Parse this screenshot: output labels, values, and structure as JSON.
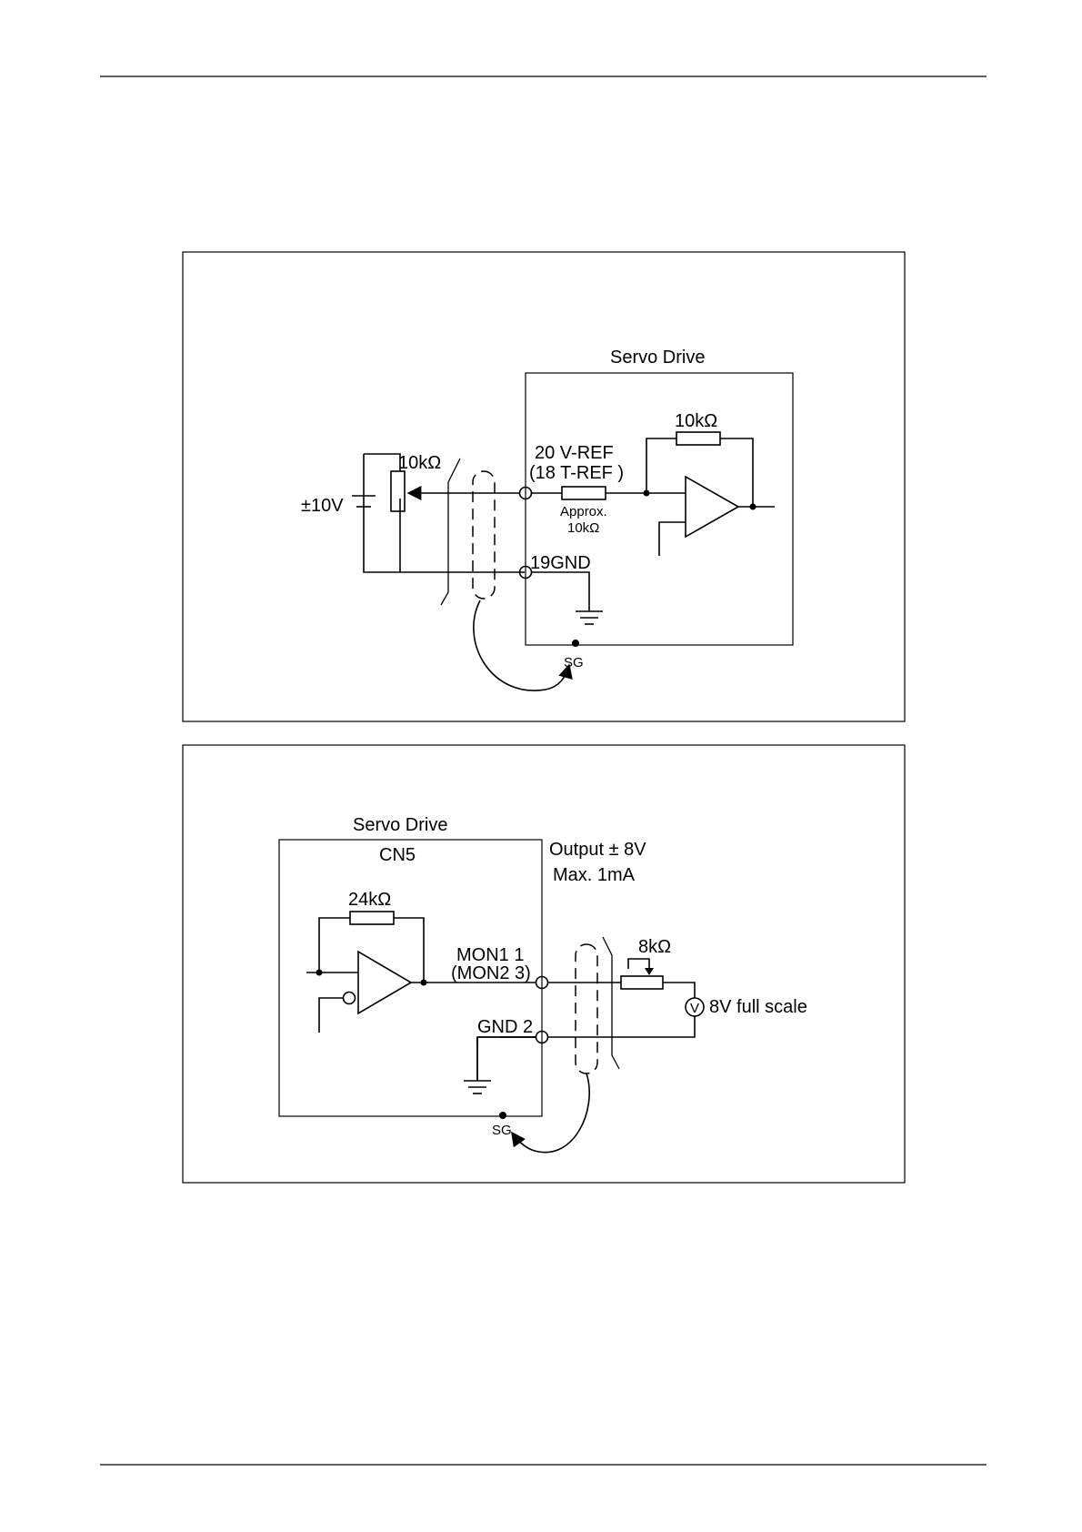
{
  "diagram1": {
    "servo_drive": "Servo Drive",
    "feedback_resistor": "10kΩ",
    "pot_resistor": "10kΩ",
    "supply": "±10V",
    "vref_pin": "20 V-REF",
    "tref_pin": "(18 T-REF )",
    "input_approx": "Approx.",
    "input_res": "10kΩ",
    "gnd_pin": "19GND",
    "sg": "SG"
  },
  "diagram2": {
    "servo_drive": "Servo Drive",
    "connector": "CN5",
    "output_spec": "Output ± 8V",
    "max_current": "Max.  1mA",
    "feedback_resistor": "24kΩ",
    "mon1_pin": "MON1  1",
    "mon2_pin": "(MON2  3)",
    "gnd_pin": "GND 2",
    "pot_resistor": "8kΩ",
    "meter_symbol": "V",
    "meter_label": "8V full scale",
    "sg": "SG"
  }
}
